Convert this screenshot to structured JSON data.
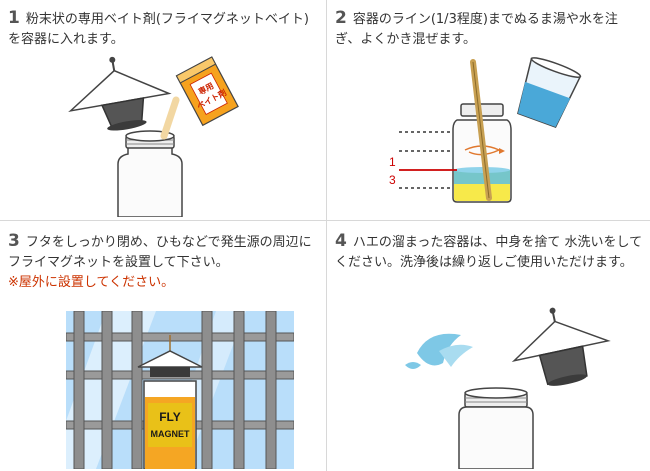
{
  "steps": [
    {
      "number": "1",
      "text": "粉末状の専用ベイト剤(フライマグネットベイト)を容器に入れます。"
    },
    {
      "number": "2",
      "text": "容器のライン(1/3程度)までぬるま湯や水を注ぎ、よくかき混ぜます。"
    },
    {
      "number": "3",
      "text": "フタをしっかり閉め、ひもなどで発生源の周辺にフライマグネットを設置して下さい。",
      "warning": "※屋外に設置してください。"
    },
    {
      "number": "4",
      "text": "ハエの溜まった容器は、中身を捨て 水洗いをしてください。洗浄後は繰り返しご使用いただけます。"
    }
  ],
  "illustrations": {
    "bait_packet": {
      "label_line1": "専用",
      "label_line2": "ベイト剤"
    },
    "fill_line": {
      "numerator": "1",
      "denominator": "3"
    },
    "trap_label": {
      "line1": "FLY",
      "line2": "MAGNET"
    }
  }
}
